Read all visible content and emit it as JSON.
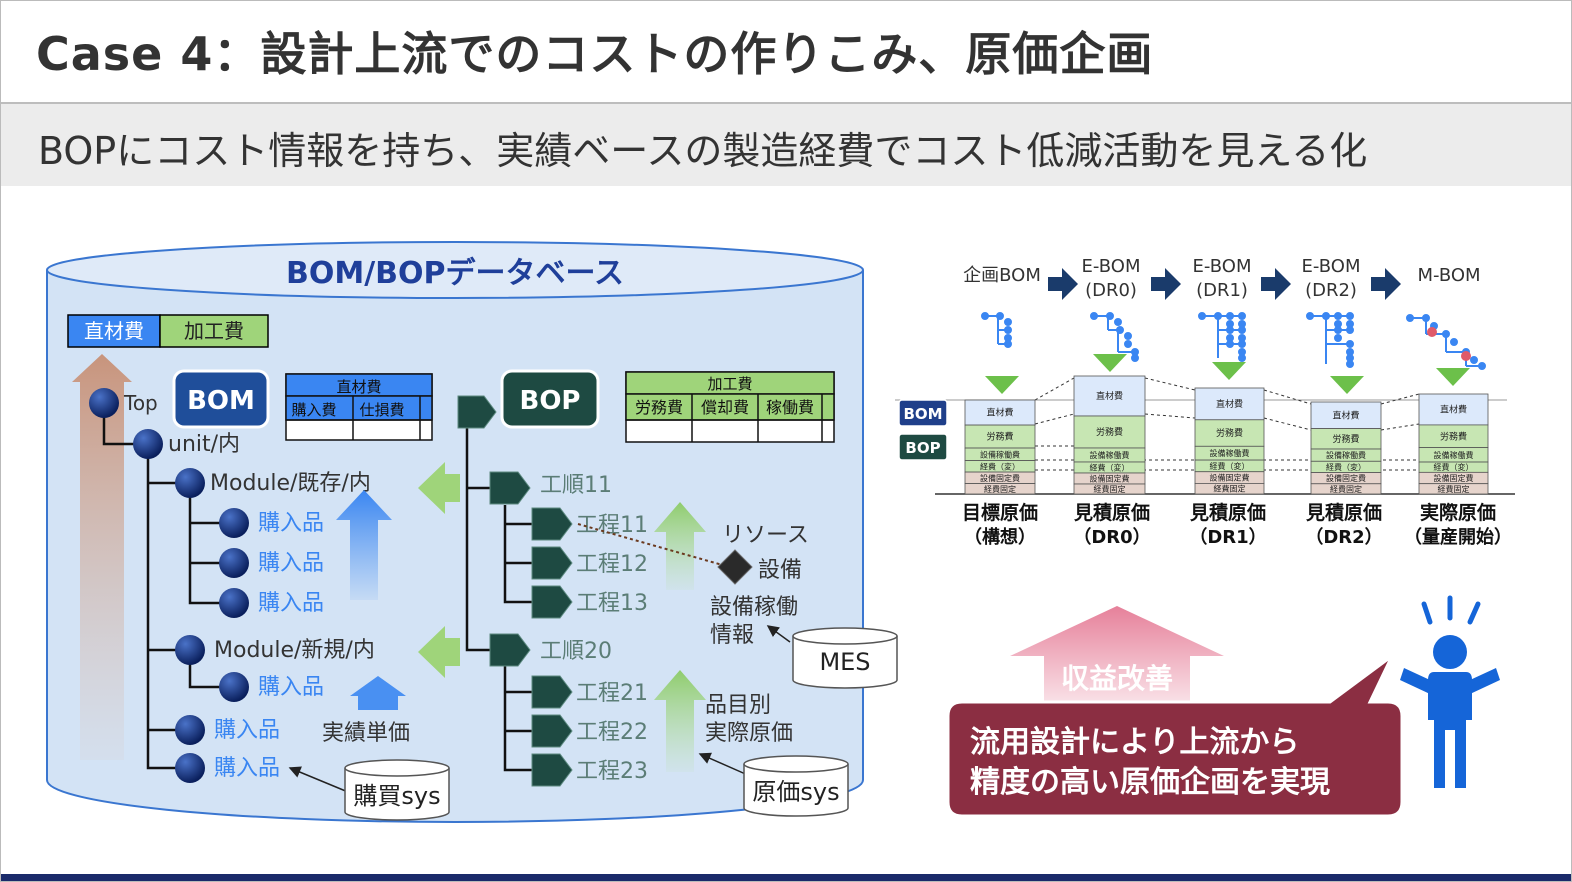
{
  "header": {
    "title": "Case 4：設計上流でのコストの作りこみ、原価企画",
    "subtitle": "BOPにコスト情報を持ち、実績ベースの製造経費でコスト低減活動を見える化"
  },
  "database": {
    "title": "BOM/BOPデータベース",
    "cost_tabs": [
      "直材費",
      "加工費"
    ],
    "bom_label": "BOM",
    "bop_label": "BOP",
    "bom_table": {
      "header": "直材費",
      "cols": [
        "購入費",
        "仕損費"
      ]
    },
    "bop_table": {
      "header": "加工費",
      "cols": [
        "労務費",
        "償却費",
        "稼働費"
      ]
    },
    "bom_tree": [
      "Top",
      "unit/内",
      "Module/既存/内",
      "購入品",
      "購入品",
      "購入品",
      "Module/新規/内",
      "購入品",
      "購入品",
      "購入品"
    ],
    "bop_tree": [
      "工順11",
      "工程11",
      "工程12",
      "工程13",
      "工順20",
      "工程21",
      "工程22",
      "工程23"
    ],
    "resource_label": "リソース",
    "equipment_label": "設備",
    "equipment_info": [
      "設備稼働",
      "情報"
    ],
    "actual_unit_price": "実績単価",
    "item_cost": [
      "品目別",
      "実際原価"
    ],
    "systems": {
      "mes": "MES",
      "purchase": "購買sys",
      "cost": "原価sys"
    }
  },
  "stages": {
    "bom_names": [
      [
        "企画BOM"
      ],
      [
        "E-BOM",
        "(DR0)"
      ],
      [
        "E-BOM",
        "(DR1)"
      ],
      [
        "E-BOM",
        "(DR2)"
      ],
      [
        "M-BOM"
      ]
    ],
    "side_labels": [
      "BOM",
      "BOP"
    ],
    "stack_rows": [
      "直材費",
      "労務費",
      "設備稼働費",
      "経費（変）",
      "設備固定費",
      "経費固定"
    ],
    "stage_costs": [
      [
        "目標原価",
        "（構想）"
      ],
      [
        "見積原価",
        "（DR0）"
      ],
      [
        "見積原価",
        "（DR1）"
      ],
      [
        "見積原価",
        "（DR2）"
      ],
      [
        "実際原価",
        "（量産開始）"
      ]
    ]
  },
  "callout": {
    "arrow_label": "収益改善",
    "message": [
      "流用設計により上流から",
      "精度の高い原価企画を実現"
    ]
  },
  "colors": {
    "bom_blue": "#1f4e9a",
    "bop_green": "#1e4a42",
    "light_green": "#9fd47a",
    "node_navy": "#0e2a6e",
    "callout_red": "#8b2e42",
    "up_pink": "#e6809a",
    "person": "#1565d8"
  }
}
